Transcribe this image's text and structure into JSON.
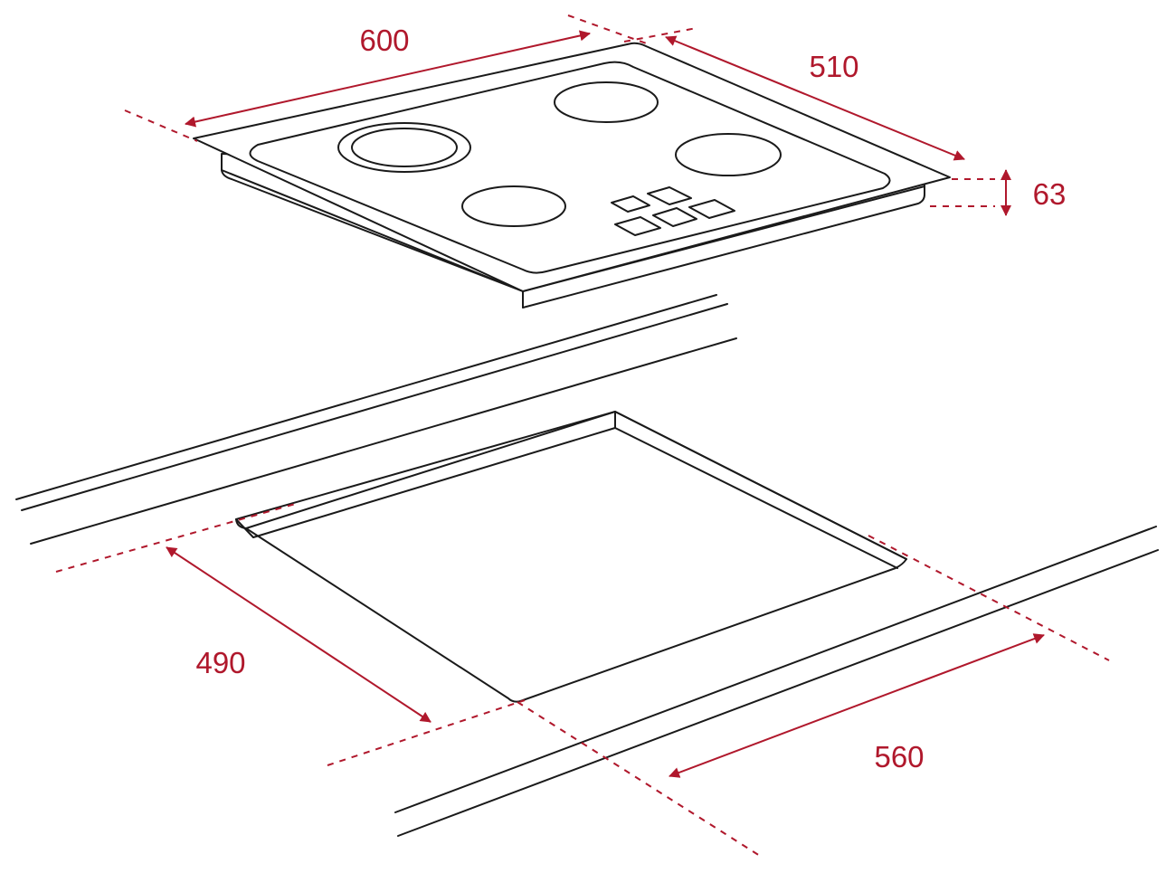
{
  "colors": {
    "dimension": "#b0182c",
    "outline": "#1a1a1a",
    "background": "#ffffff"
  },
  "dimensions": {
    "hob_width": "600",
    "hob_depth": "510",
    "hob_height": "63",
    "cutout_depth": "490",
    "cutout_width": "560"
  }
}
